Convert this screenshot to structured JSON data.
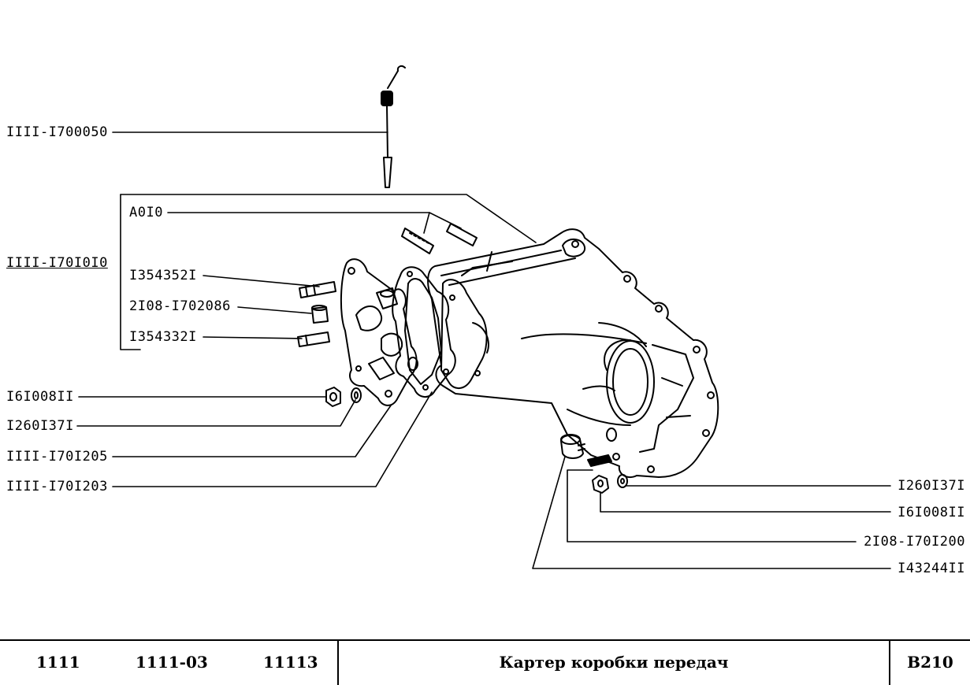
{
  "labels": {
    "dipstick": "IIII-I700050",
    "assembly": "IIII-I70I0I0",
    "stud_set": "A0I0",
    "stud_1": "I354352I",
    "bushing": "2I08-I702086",
    "stud_2": "I354332I",
    "nut_left": "I6I008II",
    "washer_left": "I260I37I",
    "cover": "IIII-I70I205",
    "gasket": "IIII-I70I203",
    "washer_right": "I260I37I",
    "nut_right": "I6I008II",
    "plate": "2I08-I70I200",
    "plug": "I43244II"
  },
  "footer": {
    "models": [
      "1111",
      "1111-03",
      "11113"
    ],
    "title": "Картер коробки передач",
    "code": "B210"
  },
  "colors": {
    "ink": "#000000",
    "paper": "#ffffff"
  }
}
